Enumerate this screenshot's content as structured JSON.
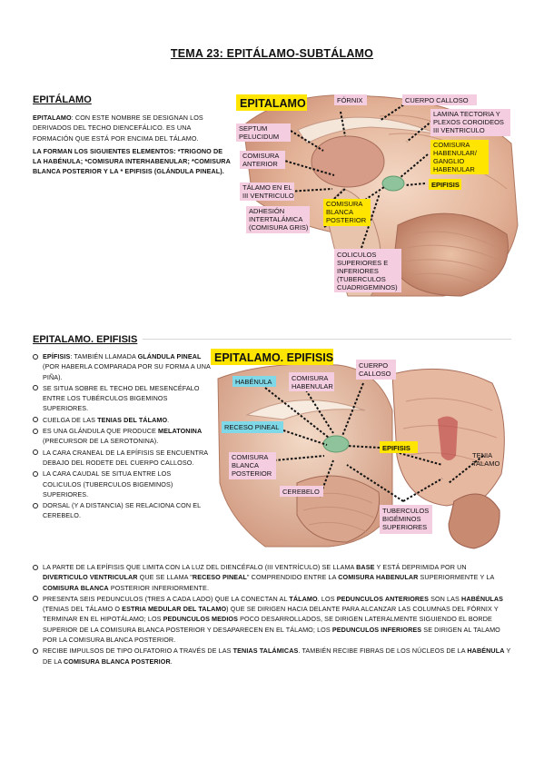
{
  "title": "TEMA 23: EPITÁLAMO-SUBTÁLAMO",
  "section1": {
    "heading": "EPITÁLAMO",
    "p1_label": "EPITALAMO",
    "p1_rest": ": CON ESTE NOMBRE SE DESIGNAN LOS DERIVADOS DEL TECHO DIENCEFÁLICO. ES UNA FORMACIÓN QUE ESTÁ POR ENCIMA DEL TÁLAMO.",
    "p2": "LA FORMAN LOS SIGUIENTES ELEMENTOS: *TRIGONO DE LA HABÉNULA; *COMISURA INTERHABENULAR; *COMISURA BLANCA POSTERIOR Y LA * EPIFISIS (GLÁNDULA PINEAL)."
  },
  "figure1": {
    "title": "EPITALAMO",
    "labels": {
      "fornix": "FÓRNIX",
      "cuerpo_calloso": "CUERPO CALLOSO",
      "septum1": "SEPTUM",
      "septum2": "PELUCIDUM",
      "lamina1": "LAMINA TECTORIA Y",
      "lamina2": "PLEXOS COROIDEOS",
      "lamina3": "III VENTRICULO",
      "comisura_ant1": "COMISURA",
      "comisura_ant2": "ANTERIOR",
      "comisura_hab1": "COMISURA",
      "comisura_hab2": "HABENULAR/",
      "comisura_hab3": "GANGLIO",
      "comisura_hab4": "HABENULAR",
      "epifisis": "EPIFISIS",
      "talamo1": "TÁLAMO EN EL",
      "talamo2": "III VENTRICULO",
      "com_blanca1": "COMISURA",
      "com_blanca2": "BLANCA",
      "com_blanca3": "POSTERIOR",
      "adhesion1": "ADHESIÓN",
      "adhesion2": "INTERTALÁMICA",
      "adhesion3": "(COMISURA GRIS)",
      "coliculos1": "COLICULOS",
      "coliculos2": "SUPERIORES E",
      "coliculos3": "INFERIORES",
      "coliculos4": "(TUBERCULOS",
      "coliculos5": "CUADRIGEMINOS)"
    }
  },
  "section2": {
    "heading": "EPITALAMO. EPIFISIS",
    "bullets_narrow": [
      {
        "parts": [
          {
            "b": "EPÍFISIS"
          },
          {
            "t": ": TAMBIÉN LLAMADA "
          },
          {
            "b": "GLÁNDULA PINEAL"
          },
          {
            "t": " (POR HABERLA COMPARADA POR SU FORMA A UNA PIÑA)."
          }
        ]
      },
      {
        "parts": [
          {
            "t": "SE SITUA SOBRE EL TECHO DEL MESENCÉFALO ENTRE LOS TUBÉRCULOS BIGEMINOS SUPERIORES."
          }
        ]
      },
      {
        "parts": [
          {
            "t": "CUELGA DE LAS "
          },
          {
            "b": "TENIAS DEL TÁLAMO"
          },
          {
            "t": "."
          }
        ]
      },
      {
        "parts": [
          {
            "t": "ES UNA GLÁNDULA QUE PRODUCE "
          },
          {
            "b": "MELATONINA"
          },
          {
            "t": " (PRECURSOR DE LA SEROTONINA)."
          }
        ]
      },
      {
        "parts": [
          {
            "t": "LA CARA CRANEAL DE LA EPÍFISIS SE ENCUENTRA DEBAJO DEL RODETE DEL CUERPO CALLOSO."
          }
        ]
      },
      {
        "parts": [
          {
            "t": "LA CARA CAUDAL SE SITUA ENTRE LOS COLICULOS (TUBERCULOS BIGEMINOS) SUPERIORES."
          }
        ]
      },
      {
        "parts": [
          {
            "t": "DORSAL (Y A DISTANCIA) SE RELACIONA CON EL CEREBELO."
          }
        ]
      }
    ],
    "bullets_wide": [
      {
        "parts": [
          {
            "t": "LA PARTE DE LA EPÍFISIS QUE LIMITA CON LA LUZ DEL DIENCÉFALO (III VENTRÍCULO) SE LLAMA "
          },
          {
            "b": "BASE"
          },
          {
            "t": " Y ESTÁ DEPRIMIDA POR UN "
          },
          {
            "b": "DIVERTICULO VENTRICULAR"
          },
          {
            "t": " QUE SE LLAMA \""
          },
          {
            "b": "RECESO PINEAL"
          },
          {
            "t": "\" COMPRENDIDO ENTRE LA "
          },
          {
            "b": "COMISURA HABENULAR"
          },
          {
            "t": " SUPERIORMENTE Y LA "
          },
          {
            "b": "COMISURA BLANCA"
          },
          {
            "t": " POSTERIOR INFERIORMENTE."
          }
        ]
      },
      {
        "parts": [
          {
            "t": "PRESENTA SEIS PEDUNCULOS (TRES A CADA LADO) QUE LA CONECTAN AL "
          },
          {
            "b": "TÁLAMO"
          },
          {
            "t": ". LOS "
          },
          {
            "b": "PEDUNCULOS ANTERIORES"
          },
          {
            "t": " SON LAS "
          },
          {
            "b": "HABÉNULAS"
          },
          {
            "t": " (TENIAS DEL TÁLAMO O "
          },
          {
            "b": "ESTRIA MEDULAR DEL TALAMO"
          },
          {
            "t": ") QUE SE DIRIGEN HACIA DELANTE PARA ALCANZAR LAS COLUMNAS DEL FÓRNIX Y TERMINAR EN EL HIPOTÁLAMO; LOS "
          },
          {
            "b": "PEDUNCULOS MEDIOS"
          },
          {
            "t": " POCO DESARROLLADOS, SE DIRIGEN LATERALMENTE SIGUIENDO EL BORDE SUPERIOR DE LA COMISURA BLANCA POSTERIOR Y DESAPARECEN EN EL TÁLAMO; LOS "
          },
          {
            "b": "PEDUNCULOS INFERIORES"
          },
          {
            "t": " SE DIRIGEN AL TALAMO POR LA COMISURA BLANCA POSTERIOR."
          }
        ]
      },
      {
        "parts": [
          {
            "t": "RECIBE IMPULSOS DE TIPO OLFATORIO A TRAVÉS DE LAS "
          },
          {
            "b": "TENIAS TALÁMICAS"
          },
          {
            "t": ". TAMBIÉN RECIBE FIBRAS DE LOS NÚCLEOS DE LA "
          },
          {
            "b": "HABÉNULA"
          },
          {
            "t": " Y DE LA "
          },
          {
            "b": "COMISURA BLANCA POSTERIOR"
          },
          {
            "t": "."
          }
        ]
      }
    ]
  },
  "figure2": {
    "title": "EPITALAMO. EPIFISIS",
    "labels": {
      "habenula": "HABÉNULA",
      "comisura_hab1": "COMISURA",
      "comisura_hab2": "HABENULAR",
      "cuerpo1": "CUERPO",
      "cuerpo2": "CALLOSO",
      "receso": "RECESO PINEAL",
      "epifisis": "EPIFISIS",
      "tenia1": "TENIA",
      "tenia2": "TALAMO",
      "com_blanca1": "COMISURA",
      "com_blanca2": "BLANCA",
      "com_blanca3": "POSTERIOR",
      "cerebelo": "CEREBELO",
      "tuberculos1": "TUBERCULOS",
      "tuberculos2": "BIGÉMINOS",
      "tuberculos3": "SUPERIORES"
    }
  }
}
